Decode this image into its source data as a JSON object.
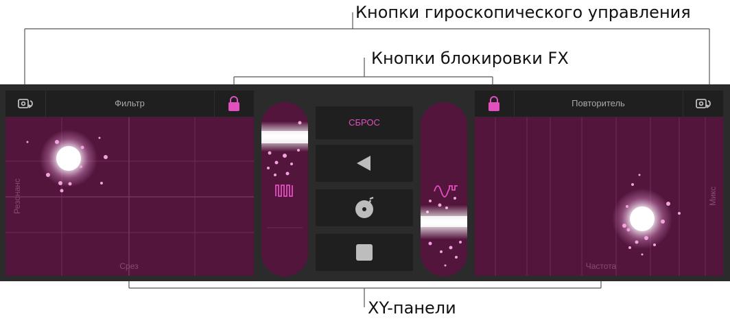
{
  "callouts": {
    "gyro": "Кнопки гироскопического управления",
    "fx_lock": "Кнопки блокировки FX",
    "xy_pads": "XY-панели"
  },
  "left_pad": {
    "title": "Фильтр",
    "x_axis": "Срез",
    "y_axis": "Резонанс"
  },
  "right_pad": {
    "title": "Повторитель",
    "x_axis": "Частота",
    "y_axis": "Микс"
  },
  "center": {
    "reset_label": "СБРОС"
  },
  "colors": {
    "accent": "#e24fbf",
    "pad": "#54153d",
    "panel": "#2b2b2b",
    "header": "#1f1f1f"
  },
  "icons": [
    "gyro-icon",
    "lock-icon",
    "square-wave-icon",
    "sine-wave-icon",
    "play-reverse-icon",
    "turntable-icon",
    "stop-icon"
  ]
}
